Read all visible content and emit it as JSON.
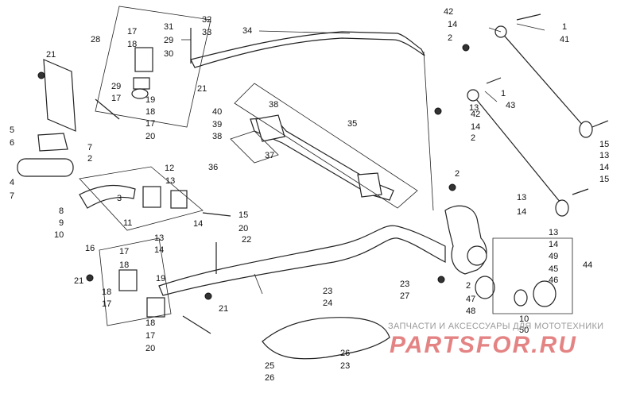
{
  "diagram": {
    "callouts": [
      "1",
      "2",
      "3",
      "4",
      "5",
      "6",
      "7",
      "8",
      "9",
      "10",
      "11",
      "12",
      "13",
      "14",
      "15",
      "16",
      "17",
      "18",
      "19",
      "20",
      "21",
      "22",
      "23",
      "24",
      "25",
      "26",
      "27",
      "28",
      "29",
      "30",
      "31",
      "32",
      "33",
      "34",
      "35",
      "36",
      "37",
      "38",
      "39",
      "40",
      "41",
      "42",
      "43",
      "44",
      "45",
      "46",
      "47",
      "48",
      "49",
      "50"
    ]
  },
  "watermark": {
    "line": "ЗАПЧАСТИ И АКСЕССУАРЫ ДЛЯ МОТОТЕХНИКИ",
    "logo": "PARTSFOR.RU",
    "color": "#cd1e1e"
  }
}
